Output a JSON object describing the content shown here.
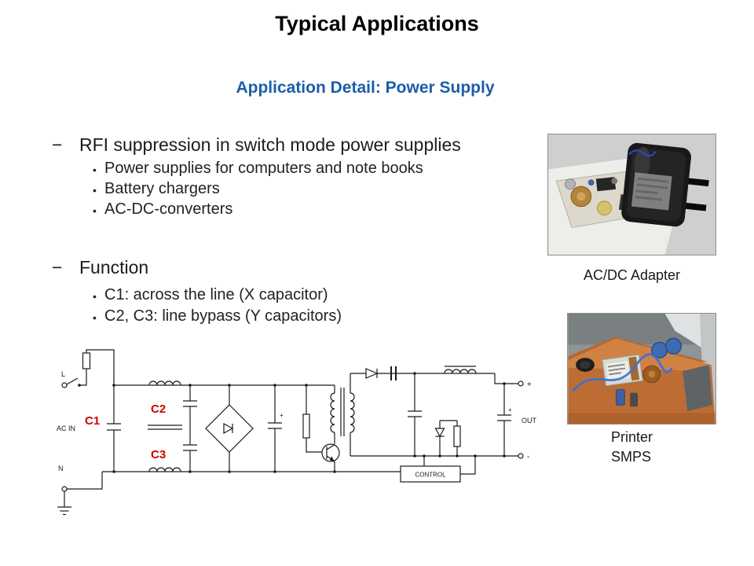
{
  "slide": {
    "title": "Typical Applications",
    "subtitle": "Application Detail: Power Supply",
    "subtitle_color": "#1b5ea8"
  },
  "markers": {
    "dash": "−",
    "dot": "•"
  },
  "bullets": [
    {
      "label": "RFI suppression in switch mode power supplies",
      "sub": [
        "Power supplies for computers and note books",
        "Battery chargers",
        "AC-DC-converters"
      ]
    },
    {
      "label": "Function",
      "sub": [
        "C1: across the line (X capacitor)",
        "C2, C3: line bypass (Y capacitors)"
      ]
    }
  ],
  "photos": {
    "adapter_caption": "AC/DC Adapter",
    "smps_caption_line1": "Printer",
    "smps_caption_line2": "SMPS"
  },
  "schematic": {
    "label_color": "#cc0000",
    "labels": {
      "l": "L",
      "n": "N",
      "ac_in": "AC IN",
      "c1": "C1",
      "c2": "C2",
      "c3": "C3",
      "out": "OUT",
      "plus": "+",
      "minus": "-",
      "control": "CONTROL"
    }
  }
}
